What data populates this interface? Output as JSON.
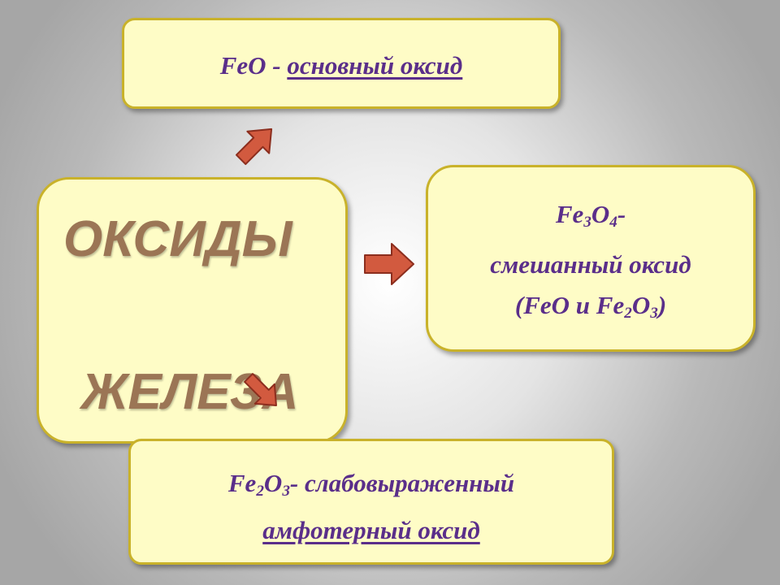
{
  "top_box": {
    "formula": "FeO",
    "separator": " - ",
    "description": "основный оксид"
  },
  "center_box": {
    "word1": "ОКСИДЫ",
    "word2": "ЖЕЛЕЗА"
  },
  "right_box": {
    "formula_el1": "Fe",
    "formula_sub1": "3",
    "formula_el2": "O",
    "formula_sub2": "4",
    "formula_suffix": "-",
    "description": "смешанный оксид",
    "paren_open": "(",
    "part1": "FeO и ",
    "part2_el1": "Fe",
    "part2_sub1": "2",
    "part2_el2": "O",
    "part2_sub2": "3",
    "paren_close": ")"
  },
  "bottom_box": {
    "formula_el1": "Fe",
    "formula_sub1": "2",
    "formula_el2": "O",
    "formula_sub2": "3",
    "formula_suffix": "- слабовыраженный",
    "description": "амфотерный оксид"
  },
  "colors": {
    "box_fill": "#fefcc6",
    "box_border": "#c9b22a",
    "text": "#5a2e8a",
    "center_text": "#9b7555",
    "arrow_fill": "#d25a3f",
    "arrow_border": "#8c2e1e"
  },
  "icons": [
    "arrow-up-right-icon",
    "arrow-right-icon",
    "arrow-down-right-icon"
  ]
}
